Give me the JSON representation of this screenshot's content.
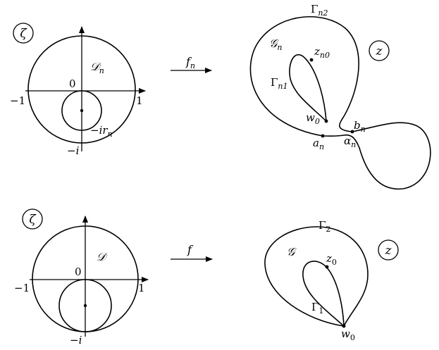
{
  "top": {
    "zeta_badge": "ζ",
    "z_badge": "z",
    "domain_label": "𝒟",
    "domain_sub": "n",
    "origin": "0",
    "minus_one": "−1",
    "plus_one": "1",
    "minus_i": "−i",
    "small_circle_label": "−ir",
    "small_circle_sub": "n",
    "map_label": "f",
    "map_sub": "n",
    "image_domain_label": "𝒢",
    "image_domain_sub": "n",
    "outer_curve_label": "Γ",
    "outer_curve_sub": "n2",
    "inner_curve_label": "Γ",
    "inner_curve_sub": "n1",
    "tip_point_label": "z",
    "tip_point_sub": "n0",
    "cusp_label": "w",
    "cusp_sub": "0",
    "a_label": "a",
    "a_sub": "n",
    "b_label": "b",
    "b_sub": "n",
    "alpha_label": "α",
    "alpha_sub": "n"
  },
  "bottom": {
    "zeta_badge": "ζ",
    "z_badge": "z",
    "domain_label": "𝒟",
    "origin": "0",
    "minus_one": "−1",
    "plus_one": "1",
    "minus_i": "−i",
    "map_label": "f",
    "image_domain_label": "𝒢",
    "outer_curve_label": "Γ",
    "outer_curve_sub": "2",
    "inner_curve_label": "Γ",
    "inner_curve_sub": "1",
    "tip_point_label": "z",
    "tip_point_sub": "0",
    "cusp_label": "w",
    "cusp_sub": "0"
  }
}
